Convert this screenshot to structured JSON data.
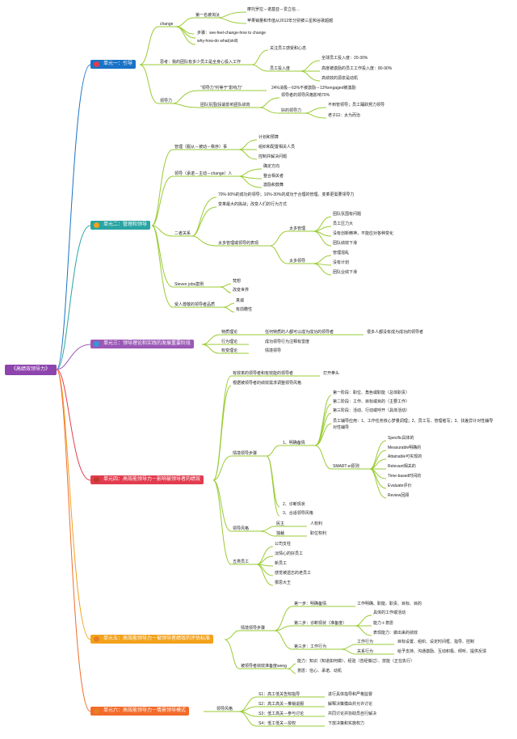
{
  "colors": {
    "root": "#8e44ad",
    "unit1": "#1a73c6",
    "unit2": "#2aa4a2",
    "unit3": "#9b59b6",
    "unit4": "#e23c4f",
    "unit5": "#f2a21b",
    "unit6": "#f26b2b",
    "branch_green": "#9acb34"
  },
  "root": {
    "label": "《高绩效领导力》"
  },
  "units": [
    {
      "label": "单元一：引导"
    },
    {
      "label": "单元二：管理和领导"
    },
    {
      "label": "单元三：领导理论和实践的发展重要阶段"
    },
    {
      "label": "单元四：高效能领导力－影响被领导者的绩效"
    },
    {
      "label": "单元五：高效能领导力－被领导者绩效的评估标准"
    },
    {
      "label": "单元六：高效能领导力－情景领导模式"
    }
  ],
  "nodes": {
    "u1_change": "change",
    "u1_first": "第一名被淘汰",
    "u1_first_a": "摩托罗拉－诺基亚－爱立信…",
    "u1_first_b": "苹果销量和市值从2012年分别被三星和谷歌超越",
    "u1_steps": "步骤：see-feel-change-how to change",
    "u1_why": "why-how-do what(skill)",
    "u1_think": "思考：我的团队有多少员工是全身心投入工作",
    "u1_care": "关注员工感受和心态",
    "u1_invest": "员工投入度",
    "u1_invest_a": "全球员工投入度：20-30%",
    "u1_invest_b": "高度被激励的员工工作投入度：80-90%",
    "u1_invest_c": "高绩效的源泉是动机",
    "u1_lead": "领导力",
    "u1_lead_a": "\"领导力\"约等于\"影响力\"",
    "u1_lead_a2": "24%消极－63%不被激励－13%engaged被激励",
    "u1_lead_b": "团队氛围(投最影响团队绩效",
    "u1_lead_b1": "领导者的领导风格影响70%",
    "u1_lead_b2": "好的领导力",
    "u1_lead_b2a": "不到管领导；员工踊跃努力领导",
    "u1_lead_b2b": "老子曰：太为而治",
    "u2_mgmt": "管理（服从－被动－秩序）事",
    "u2_mgmt_a": "计划和预算",
    "u2_mgmt_b": "组织和配置相关人员",
    "u2_mgmt_c": "控制并解决问题",
    "u2_lead": "领导（承诺－主动－change）人",
    "u2_lead_a": "确定方向",
    "u2_lead_b": "整合相关者",
    "u2_lead_c": "激励和鼓舞",
    "u2_rel": "二者关系",
    "u2_rel_a": "70%-90%的成功的领导；10%-30%的成功于合理的管理。变革更需要领导力",
    "u2_rel_b": "变革最大的挑战；改变人们的行为方式",
    "u2_rel_c": "太多管理或领导的表现",
    "u2_too_mgmt": "太多管理",
    "u2_tm_a": "团队氛围有问题",
    "u2_tm_b": "员工压力大",
    "u2_tm_c": "没有创新精神，不能应对各种变化",
    "u2_tm_d": "团队绩效下滑",
    "u2_too_lead": "太多领导",
    "u2_tl_a": "管理混乱",
    "u2_tl_b": "没有计划",
    "u2_tl_c": "团队业绩下滑",
    "u2_jobs": "Steven jobs案例",
    "u2_jobs_a": "梵想",
    "u2_jobs_b": "改变世界",
    "u2_respect": "受人尊敬的领导者品质",
    "u2_respect_a": "真诚",
    "u2_respect_b": "有前瞻性",
    "u3_trait": "特质理论",
    "u3_trait_a": "任何特质的人都可以成为成功的领导者",
    "u3_trait_b": "很多人都没有成为成功的领导者",
    "u3_behavior": "行为理论",
    "u3_behavior_a": "成功领导行为注释有雷度",
    "u3_context": "权变理论",
    "u3_context_a": "情境领导",
    "u4_a": "有效率的领导者和有效能的领导者",
    "u4_a1": "打开拳头",
    "u4_b": "根据被领导者的绩效需求调整领导风格",
    "u4_sit": "情境领导步骤",
    "u4_step1": "1、明确备情",
    "u4_s1_a": "第一阶段：职位、角色或职能（总体职责）",
    "u4_s1_b": "第二阶段：工作、目标或目的（主要工作）",
    "u4_s1_c": "第三阶段：活动、行动或呼开（具体活动）",
    "u4_s1_d": "员工辅导应用：1、工作任务核心梦量调理；2、员工写、管理者写；3、找差异计对性辅导",
    "u4_s1_d2": "对性辅导",
    "u4_smart": "SMART-ei原则",
    "u4_sm_a": "Specific具体的",
    "u4_sm_b": "Measurable明确的",
    "u4_sm_c": "Attainable可实现的",
    "u4_sm_d": "Relevant相关的",
    "u4_sm_e": "Time-based时间的",
    "u4_sm_f": "Evaluate评价",
    "u4_sm_g": "Review回顾",
    "u4_step2": "2、诊断现状",
    "u4_step3": "3、合适领导风格",
    "u4_style": "领导风格",
    "u4_style_a": "民主",
    "u4_style_a1": "人权利",
    "u4_style_b": "独裁",
    "u4_style_b1": "职位权利",
    "u4_five": "五类员工",
    "u4_five_a": "公司支柱",
    "u4_five_b": "淡情心的好员工",
    "u4_five_c": "新员工",
    "u4_five_d": "感觉被遗忘的老员工",
    "u4_five_e": "狠思大王",
    "u5_sit": "情境领导步骤",
    "u5_s1": "第一步：明确备情",
    "u5_s1_a": "工作明确、职能、职责、目标、目的",
    "u5_s2": "第二步：诊断现状（准备度）",
    "u5_s2_a": "具体的工作或活动",
    "u5_s2_b": "能力＋意愿",
    "u5_s2_c": "表现能力：做出来的绩效",
    "u5_s3": "第三步：工作行为",
    "u5_s3_a": "工作行为",
    "u5_s3_a1": "目标设置、组织、设定时间框、指导、控制",
    "u5_s3_b": "关系行为",
    "u5_s3_b1": "给予支持、沟通激励、互动积极、倾听、提供反馈",
    "u5_ready": "被领导者绩效准备度weng",
    "u5_ready_a": "能力：知识（知道如何做）、经验（曾经做过）、技能（正在执行）",
    "u5_ready_b": "意愿：信心、承诺、动机",
    "u6_style": "领导风格",
    "u6_s1": "S1：高工低关告知指导",
    "u6_s1a": "进行具体指导和严格监督",
    "u6_s2": "S2：高工高关－推销说服",
    "u6_s2a": "解释决策模由并允许讨论",
    "u6_s3": "S3：低工高关－参与讨论",
    "u6_s3a": "共同讨论并协助员自行解决",
    "u6_s4": "S4：低工低关－授权",
    "u6_s4a": "下放决策和实施权力"
  }
}
